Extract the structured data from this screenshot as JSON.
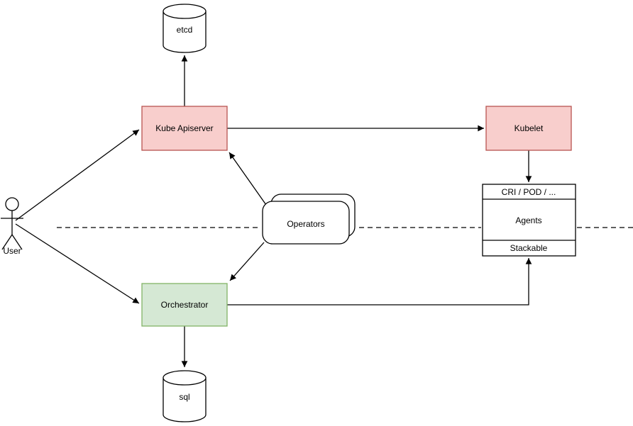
{
  "diagram": {
    "background": "#ffffff",
    "colors": {
      "pink_fill": "#f8cecc",
      "pink_border": "#b85450",
      "green_fill": "#d5e8d4",
      "green_border": "#82b366",
      "line": "#000000",
      "text": "#000000"
    },
    "nodes": {
      "user": {
        "type": "actor",
        "label": "User"
      },
      "etcd": {
        "type": "database-cylinder",
        "label": "etcd"
      },
      "kube_apiserver": {
        "type": "box",
        "label": "Kube Apiserver"
      },
      "kubelet": {
        "type": "box",
        "label": "Kubelet"
      },
      "operators": {
        "type": "stacked-rounded-box",
        "label": "Operators"
      },
      "orchestrator": {
        "type": "box",
        "label": "Orchestrator"
      },
      "sql": {
        "type": "database-cylinder",
        "label": "sql"
      },
      "agents": {
        "type": "component",
        "header": "CRI / POD / ...",
        "label": "Agents",
        "footer": "Stackable"
      }
    },
    "edges": [
      {
        "from": "user",
        "to": "kube_apiserver",
        "arrow": "end"
      },
      {
        "from": "user",
        "to": "orchestrator",
        "arrow": "end"
      },
      {
        "from": "kube_apiserver",
        "to": "etcd",
        "arrow": "end"
      },
      {
        "from": "kube_apiserver",
        "to": "kubelet",
        "arrow": "end"
      },
      {
        "from": "kubelet",
        "to": "agents",
        "arrow": "end"
      },
      {
        "from": "operators",
        "to": "kube_apiserver",
        "arrow": "end"
      },
      {
        "from": "operators",
        "to": "orchestrator",
        "arrow": "end"
      },
      {
        "from": "orchestrator",
        "to": "sql",
        "arrow": "end"
      },
      {
        "from": "orchestrator",
        "to": "agents",
        "arrow": "end"
      }
    ],
    "separator": {
      "style": "dashed",
      "orientation": "horizontal"
    }
  }
}
